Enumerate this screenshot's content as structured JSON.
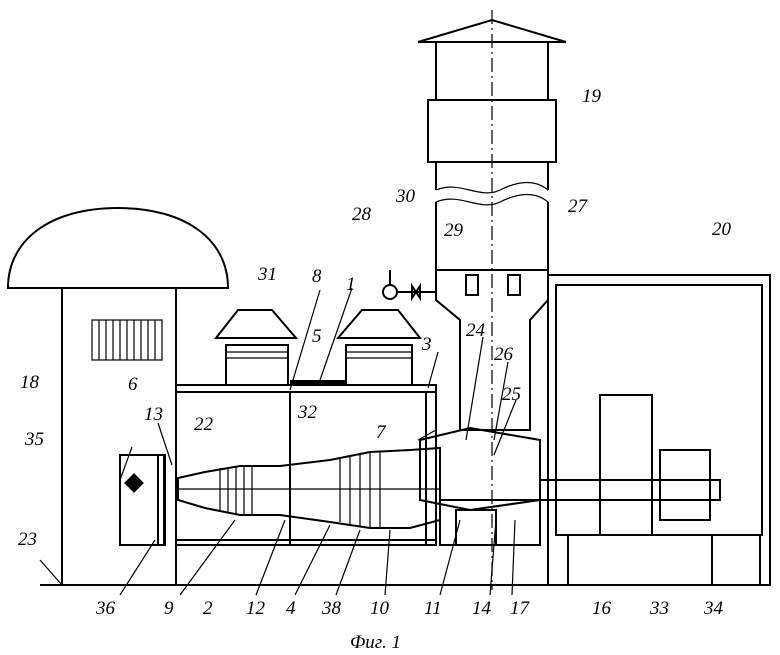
{
  "figure": {
    "caption": "Фиг. 1",
    "labels": {
      "l1": "1",
      "l2": "2",
      "l3": "3",
      "l4": "4",
      "l5": "5",
      "l6": "6",
      "l7": "7",
      "l8": "8",
      "l9": "9",
      "l10": "10",
      "l11": "11",
      "l12": "12",
      "l13": "13",
      "l14": "14",
      "l16": "16",
      "l17": "17",
      "l18": "18",
      "l19": "19",
      "l20": "20",
      "l22": "22",
      "l23": "23",
      "l24": "24",
      "l25": "25",
      "l26": "26",
      "l27": "27",
      "l28": "28",
      "l29": "29",
      "l30": "30",
      "l31": "31",
      "l32": "32",
      "l33": "33",
      "l34": "34",
      "l35": "35",
      "l36": "36",
      "l38": "38"
    }
  }
}
